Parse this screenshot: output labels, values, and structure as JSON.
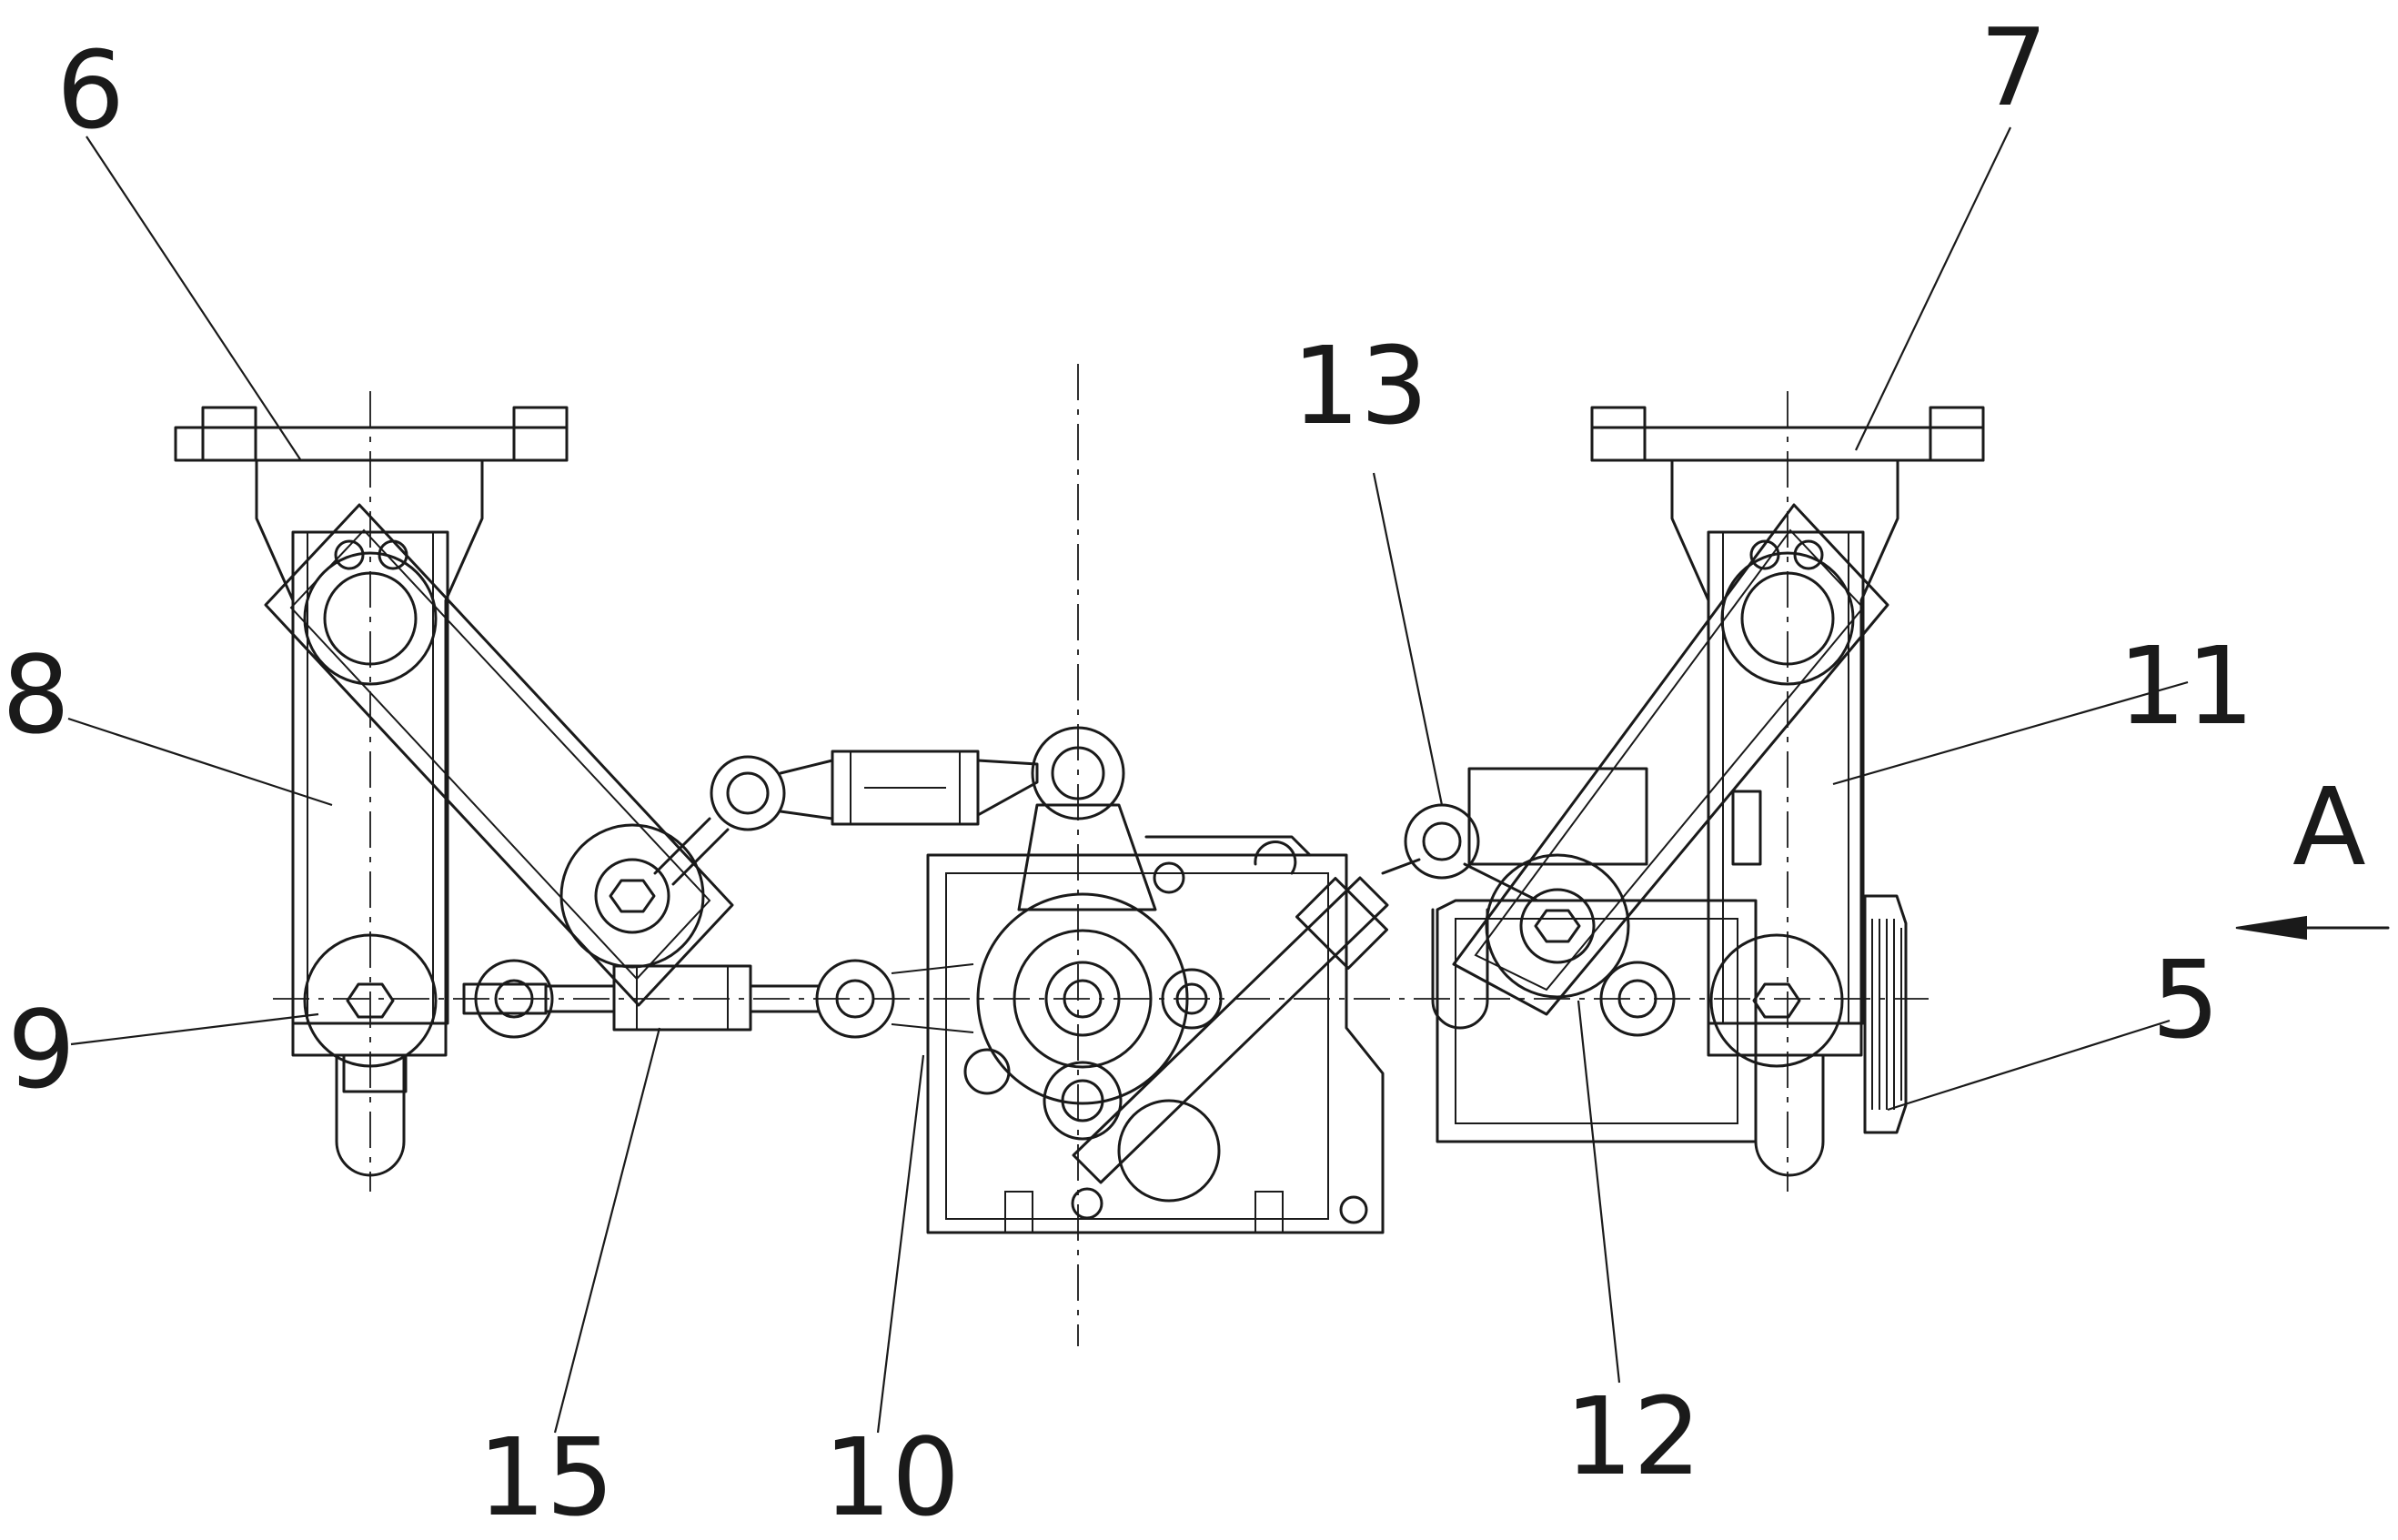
{
  "callouts": {
    "n6": "6",
    "n7": "7",
    "n8": "8",
    "n9": "9",
    "n11": "11",
    "n13": "13",
    "n5": "5",
    "n15": "15",
    "n10": "10",
    "n12": "12"
  },
  "view_arrow": {
    "label": "A"
  }
}
